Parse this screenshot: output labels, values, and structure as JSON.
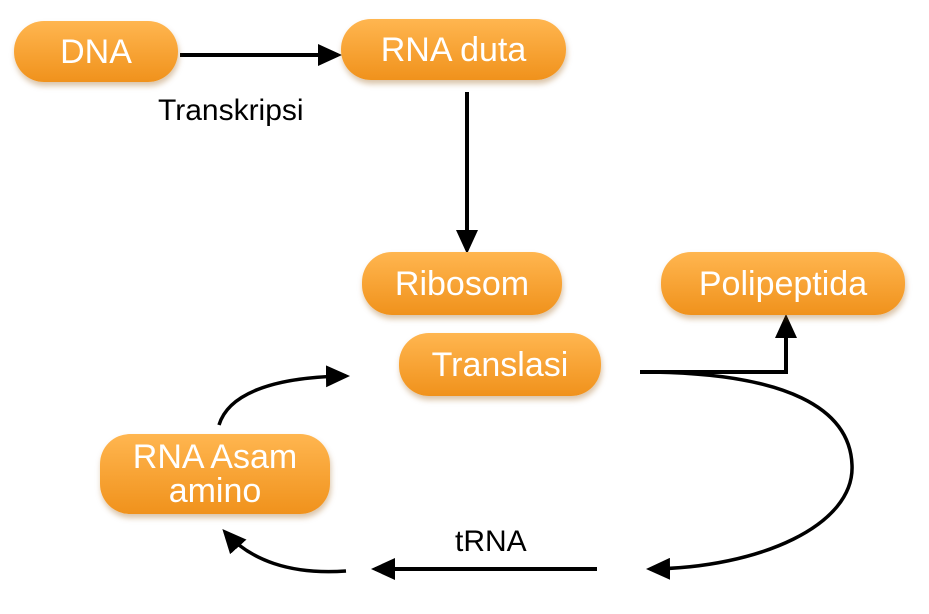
{
  "nodes": {
    "dna": "DNA",
    "rna_duta": "RNA duta",
    "ribosom": "Ribosom",
    "translasi": "Translasi",
    "polipeptida": "Polipeptida",
    "rna_asam_amino": "RNA Asam amino"
  },
  "labels": {
    "transkripsi": "Transkripsi",
    "trna": "tRNA"
  },
  "colors": {
    "node_fill": "#f7a233",
    "node_text": "#ffffff",
    "arrow": "#000000"
  }
}
